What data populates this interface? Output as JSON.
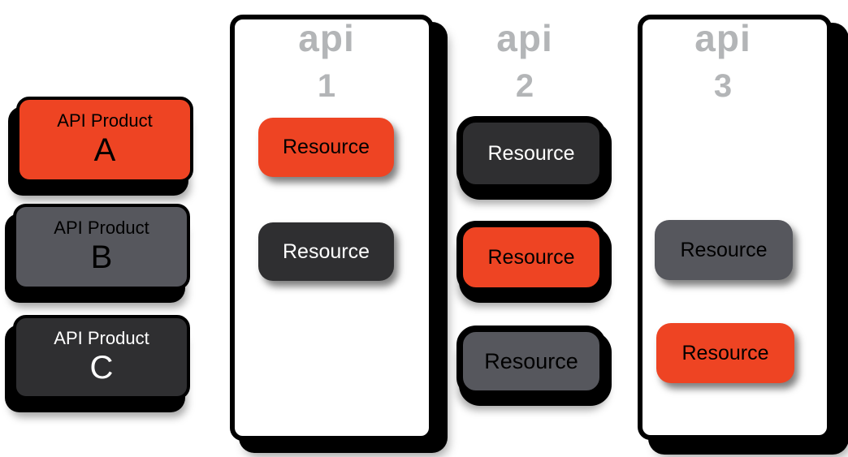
{
  "colors": {
    "red": "#EE4423",
    "dark_gray": "#2F2F31",
    "mid_gray": "#56575D",
    "label_gray": "#B3B5B7",
    "outline_black": "#000000",
    "container_white": "#FFFFFF"
  },
  "products": [
    {
      "title": "API Product",
      "letter": "A",
      "variant": "red"
    },
    {
      "title": "API Product",
      "letter": "B",
      "variant": "gray"
    },
    {
      "title": "API Product",
      "letter": "C",
      "variant": "dark"
    }
  ],
  "apis": [
    {
      "label": "api",
      "number": "1",
      "resources": [
        {
          "label": "Resource",
          "variant": "red"
        },
        {
          "label": "Resource",
          "variant": "dark"
        }
      ]
    },
    {
      "label": "api",
      "number": "2",
      "resources": [
        {
          "label": "Resource",
          "variant": "dark"
        },
        {
          "label": "Resource",
          "variant": "red"
        },
        {
          "label": "Resource",
          "variant": "gray"
        }
      ]
    },
    {
      "label": "api",
      "number": "3",
      "resources": [
        {
          "label": "Resource",
          "variant": "gray"
        },
        {
          "label": "Resource",
          "variant": "red"
        }
      ]
    }
  ]
}
